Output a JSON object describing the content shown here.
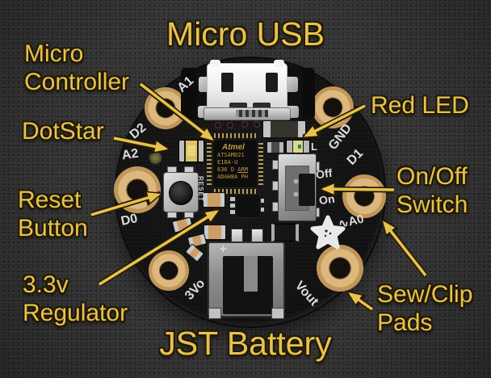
{
  "headings": {
    "top": "Micro USB",
    "bottom": "JST Battery"
  },
  "callouts": {
    "micro_controller": {
      "line1": "Micro",
      "line2": "Controller"
    },
    "dotstar": {
      "text": "DotStar"
    },
    "reset_button": {
      "line1": "Reset",
      "line2": "Button"
    },
    "regulator_3v3": {
      "line1": "3.3v",
      "line2": "Regulator"
    },
    "red_led": {
      "text": "Red LED"
    },
    "on_off_switch": {
      "line1": "On/Off",
      "line2": "Switch"
    },
    "sew_clip_pads": {
      "line1": "Sew/Clip",
      "line2": "Pads"
    }
  },
  "board": {
    "chip": {
      "brand": "Atmel",
      "line1": "ATSAMD21",
      "line2": "E18A-U",
      "line3_prefix": "636 D ",
      "line3_underlined": "ARM",
      "line4": "ADAH8A PH"
    },
    "silkscreen": {
      "a1": "A1",
      "d2": "D2",
      "a2": "A2",
      "d0": "D0",
      "v3o": "3Vo",
      "vout": "Vout",
      "a0": "∿A0",
      "d1": "D1",
      "gnd": "GND",
      "off": "Off",
      "on": "On",
      "led": "L",
      "reset": "RESET",
      "plus": "+"
    }
  },
  "colors": {
    "annotation_yellow": "#e9c24c",
    "pcb_black": "#121212",
    "pad_copper": "#dcb87f",
    "background_gray": "#343434",
    "silkscreen_white": "#dcdcdc"
  }
}
